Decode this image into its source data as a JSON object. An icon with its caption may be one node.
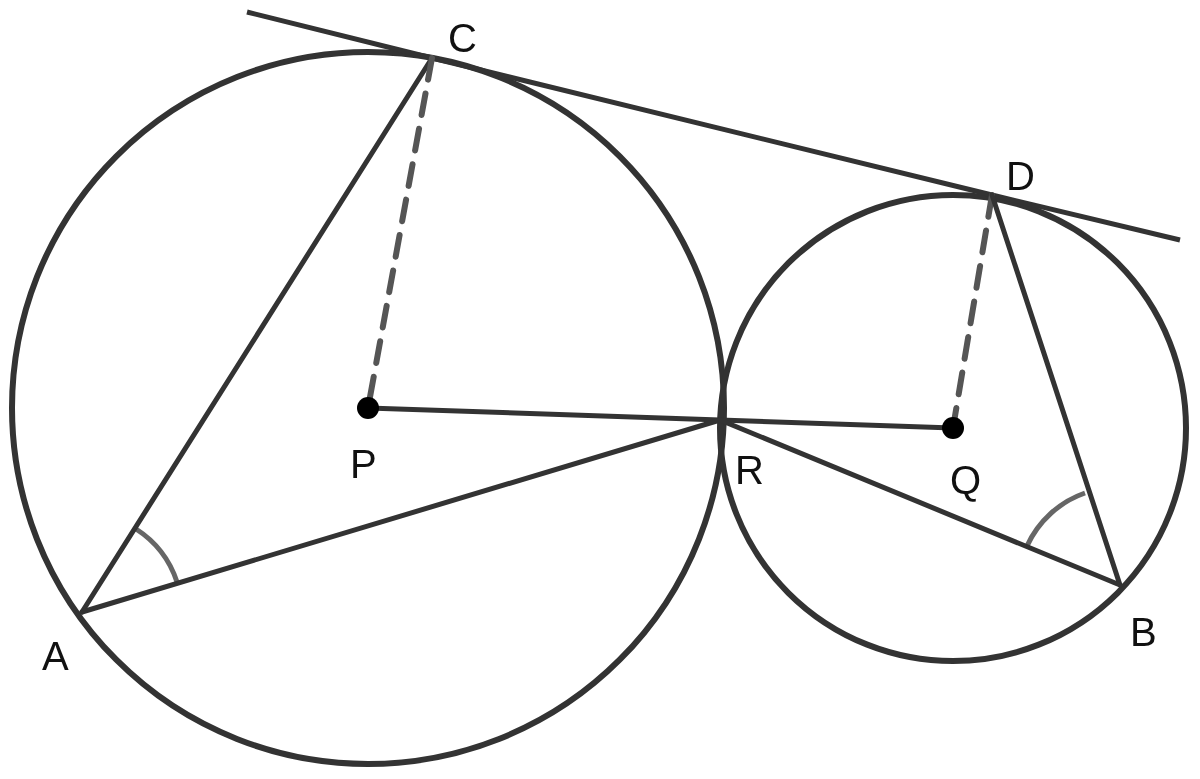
{
  "diagram": {
    "nodes": [
      {
        "text": [
          "C"
        ]
      },
      {
        "text": [
          "D"
        ]
      },
      {
        "text": [
          "P"
        ]
      },
      {
        "text": [
          "R"
        ]
      },
      {
        "text": [
          "Q"
        ]
      },
      {
        "text": [
          "A"
        ]
      },
      {
        "text": [
          "B"
        ]
      }
    ],
    "edges": [
      {
        "from": 0,
        "to": 1,
        "arrow": "none"
      },
      {
        "from": 0,
        "to": 5,
        "arrow": "none"
      },
      {
        "from": 0,
        "to": 2,
        "arrow": "none",
        "style": "dashed",
        "color": "#555555"
      },
      {
        "from": 2,
        "to": 3,
        "arrow": "none"
      },
      {
        "from": 3,
        "to": 4,
        "arrow": "none"
      },
      {
        "from": 1,
        "to": 4,
        "arrow": "none",
        "style": "dashed",
        "color": "#555555"
      },
      {
        "from": 1,
        "to": 6,
        "arrow": "none"
      },
      {
        "from": 5,
        "to": 3,
        "arrow": "none"
      },
      {
        "from": 3,
        "to": 6,
        "arrow": "none"
      }
    ]
  }
}
